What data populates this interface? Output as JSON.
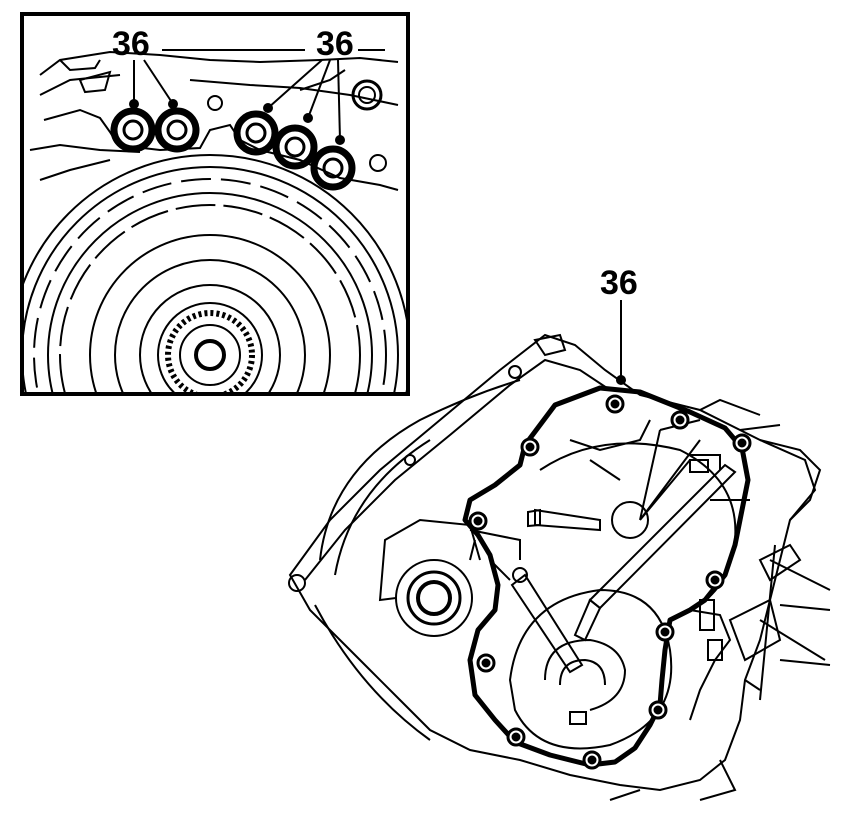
{
  "callouts": {
    "inset_left": "36",
    "inset_right": "36",
    "main": "36"
  },
  "colors": {
    "ink": "#000000",
    "paper": "#ffffff"
  }
}
